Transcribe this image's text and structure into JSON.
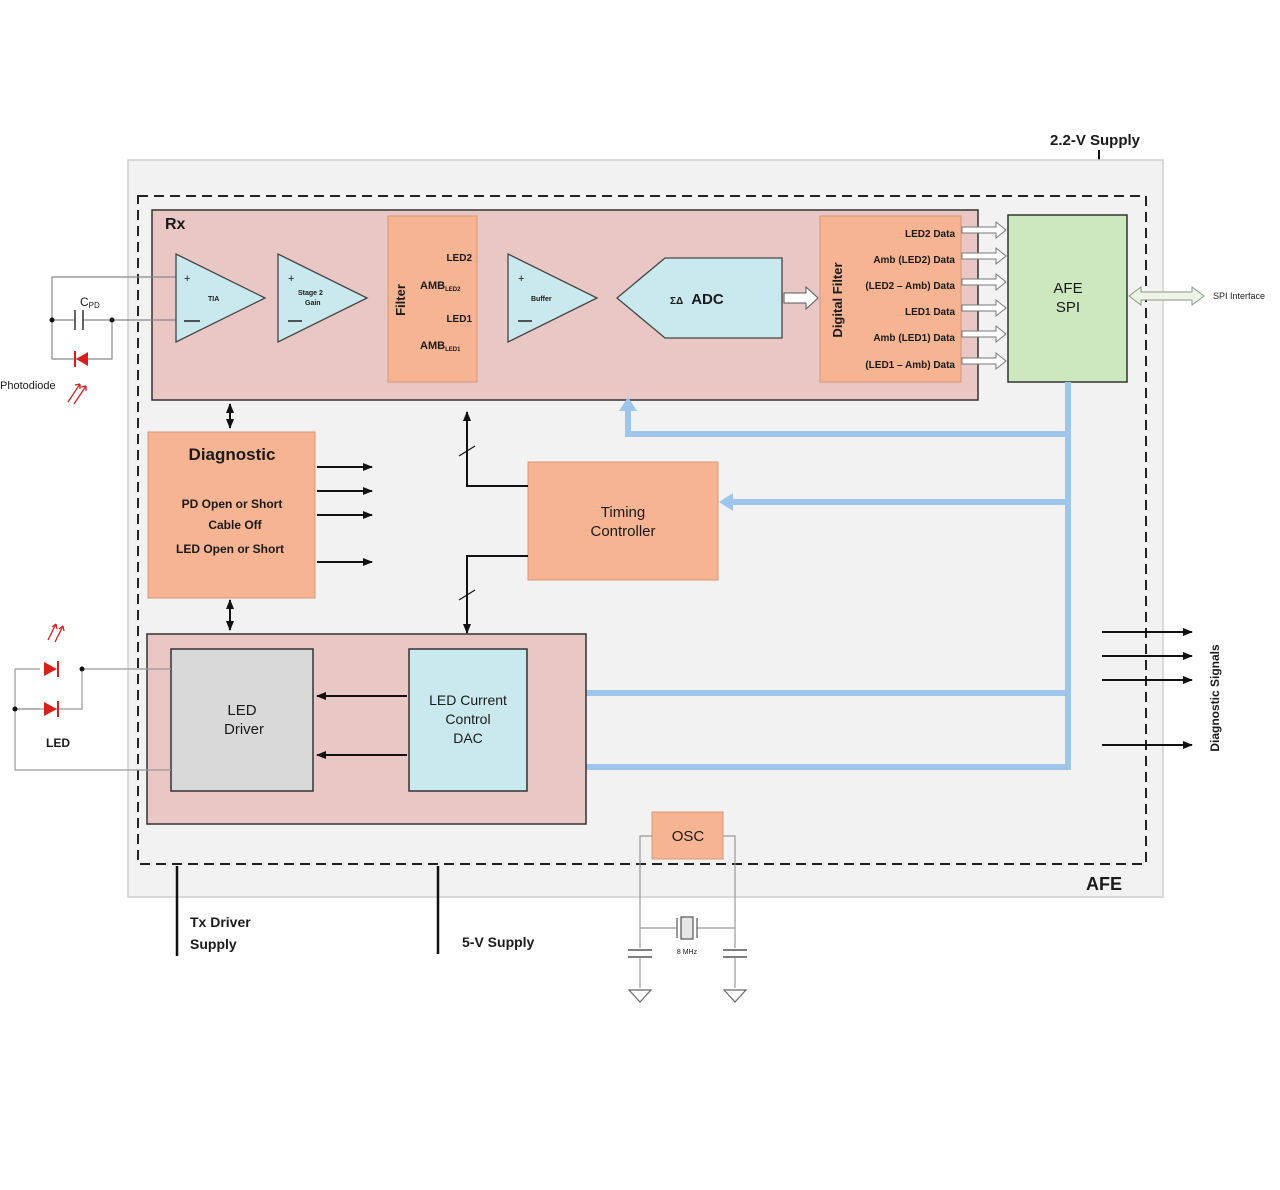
{
  "labels": {
    "supply_2v2": "2.2-V Supply",
    "rx": "Rx",
    "cpd_main": "C",
    "cpd_sub": "PD",
    "photodiode": "Photodiode",
    "tia": "TIA",
    "stage2_line1": "Stage 2",
    "stage2_line2": "Gain",
    "filter": "Filter",
    "filter_led2": "LED2",
    "filter_amb_main": "AMB",
    "filter_amb_led2_sub": "LED2",
    "filter_led1": "LED1",
    "filter_amb_led1_sub": "LED1",
    "buffer": "Buffer",
    "adc_prefix": "ΣΔ",
    "adc": "ADC",
    "digital_filter": "Digital Filter",
    "df_outputs": [
      "LED2 Data",
      "Amb (LED2) Data",
      "(LED2 – Amb) Data",
      "LED1 Data",
      "Amb (LED1) Data",
      "(LED1 – Amb) Data"
    ],
    "afe_spi_line1": "AFE",
    "afe_spi_line2": "SPI",
    "spi_interface": "SPI Interface",
    "diagnostic_title": "Diagnostic",
    "diag_items": [
      "PD Open or Short",
      "Cable Off",
      "LED Open or Short"
    ],
    "timing_line1": "Timing",
    "timing_line2": "Controller",
    "led_driver_line1": "LED",
    "led_driver_line2": "Driver",
    "dac_line1": "LED Current",
    "dac_line2": "Control",
    "dac_line3": "DAC",
    "led": "LED",
    "osc": "OSC",
    "crystal": "8 MHz",
    "afe": "AFE",
    "tx_supply_line1": "Tx Driver",
    "tx_supply_line2": "Supply",
    "supply_5v": "5-V Supply",
    "diagnostic_signals": "Diagnostic Signals"
  },
  "colors": {
    "outer_bg": "#f2f2f2",
    "rx_block": "#e8c7c4",
    "orange_block": "#f7b493",
    "cyan_block": "#c9e9ee",
    "green_block": "#cde7be",
    "gray_block": "#d9d9d9",
    "blue_bus": "#9dc6ea",
    "diode_red": "#d62020"
  }
}
